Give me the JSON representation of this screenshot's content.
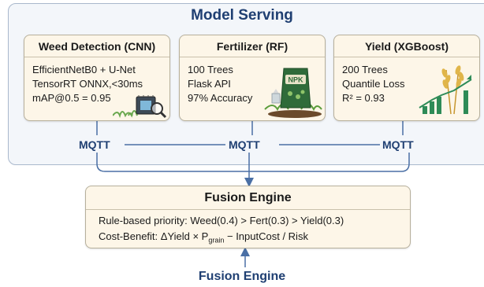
{
  "serving": {
    "title": "Model Serving"
  },
  "cards": [
    {
      "title": "Weed Detection (CNN)",
      "lines": [
        "EfficientNetB0 + U-Net",
        "TensorRT ONNX,<30ms",
        "mAP@0.5 = 0.95"
      ]
    },
    {
      "title": "Fertilizer (RF)",
      "lines": [
        "100 Trees",
        "Flask API",
        "97% Accuracy"
      ],
      "bag_label": "NPK"
    },
    {
      "title": "Yield (XGBoost)",
      "lines": [
        "200 Trees",
        "Quantile Loss",
        "R² = 0.93"
      ]
    }
  ],
  "mqtt": {
    "left": "MQTT",
    "center": "MQTT",
    "right": "MQTT"
  },
  "fusion": {
    "title": "Fusion Engine",
    "rule": "Rule-based priority: Weed(0.4) > Fert(0.3) > Yield(0.3)",
    "cost_prefix": "Cost-Benefit: ΔYield × P",
    "cost_sub": "grain",
    "cost_suffix": " − InputCost / Risk"
  },
  "footer": {
    "label": "Fusion Engine"
  },
  "colors": {
    "accent_navy": "#1f3f72",
    "card_bg": "#fdf6e8",
    "panel_bg": "#f3f6fa",
    "connector": "#5b7fb0"
  }
}
